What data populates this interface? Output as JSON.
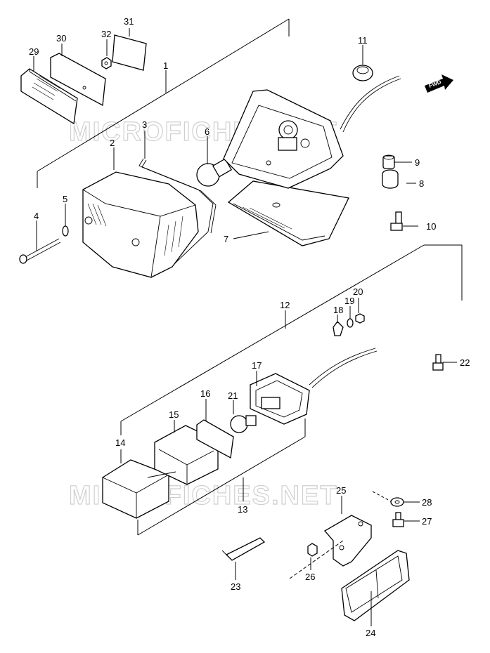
{
  "watermark": "MICROFICHES.NET",
  "fwd_label": "FWD",
  "callouts": {
    "c1": "1",
    "c2": "2",
    "c3": "3",
    "c4": "4",
    "c5": "5",
    "c6": "6",
    "c7": "7",
    "c8": "8",
    "c9": "9",
    "c10": "10",
    "c11": "11",
    "c12": "12",
    "c13": "13",
    "c14": "14",
    "c15": "15",
    "c16": "16",
    "c17": "17",
    "c18": "18",
    "c19": "19",
    "c20": "20",
    "c21": "21",
    "c22": "22",
    "c23": "23",
    "c24": "24",
    "c25": "25",
    "c26": "26",
    "c27": "27",
    "c28": "28",
    "c29": "29",
    "c30": "30",
    "c31": "31",
    "c32": "32"
  }
}
